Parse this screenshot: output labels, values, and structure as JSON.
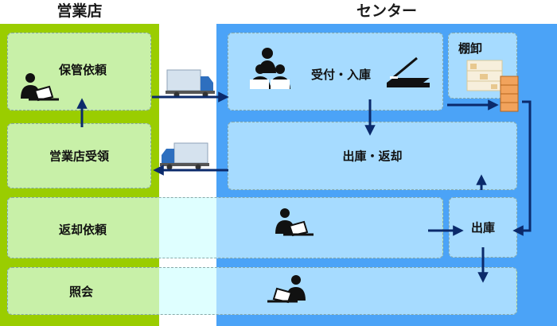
{
  "columns": {
    "branch": "営業店",
    "center": "センター"
  },
  "boxes": {
    "storage_request": "保管依頼",
    "branch_receive": "営業店受領",
    "return_request": "返却依頼",
    "inquiry": "照会",
    "receipt_storage": "受付・入庫",
    "shelf": "棚卸",
    "delivery_return": "出庫・返却",
    "delivery": "出庫"
  },
  "colors": {
    "branch_bg": "#9ACD00",
    "branch_box": "#C8F0A8",
    "center_bg": "#4BA3F7",
    "center_box": "#A6DBFF",
    "band_box": "#DFFFFF",
    "arrow": "#0B2A6B"
  }
}
